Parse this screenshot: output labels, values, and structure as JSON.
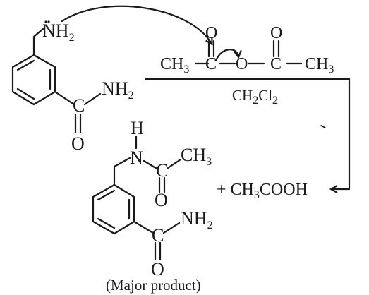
{
  "reactant": {
    "amine_group": "NH",
    "amine_sub": "2",
    "amide_group": "NH",
    "amide_sub": "2",
    "carbonyl_c": "C",
    "carbonyl_o": "O"
  },
  "reagent": {
    "left_methyl_main": "CH",
    "left_methyl_sub": "3",
    "left_c": "C",
    "left_o": "O",
    "bridge_o": "O",
    "right_c": "C",
    "right_o": "O",
    "right_methyl_main": "CH",
    "right_methyl_sub": "3"
  },
  "solvent": {
    "p1": "CH",
    "s1": "2",
    "p2": "Cl",
    "s2": "2"
  },
  "product": {
    "h_label": "H",
    "n_label": "N",
    "acyl_c": "C",
    "acyl_o": "O",
    "methyl_main": "CH",
    "methyl_sub": "3",
    "amide_c": "C",
    "amide_o": "O",
    "amide_nh": "NH",
    "amide_sub": "2",
    "caption": "(Major product)"
  },
  "byproduct": {
    "plus": "+ ",
    "p1": "CH",
    "s1": "3",
    "p2": "COOH"
  }
}
